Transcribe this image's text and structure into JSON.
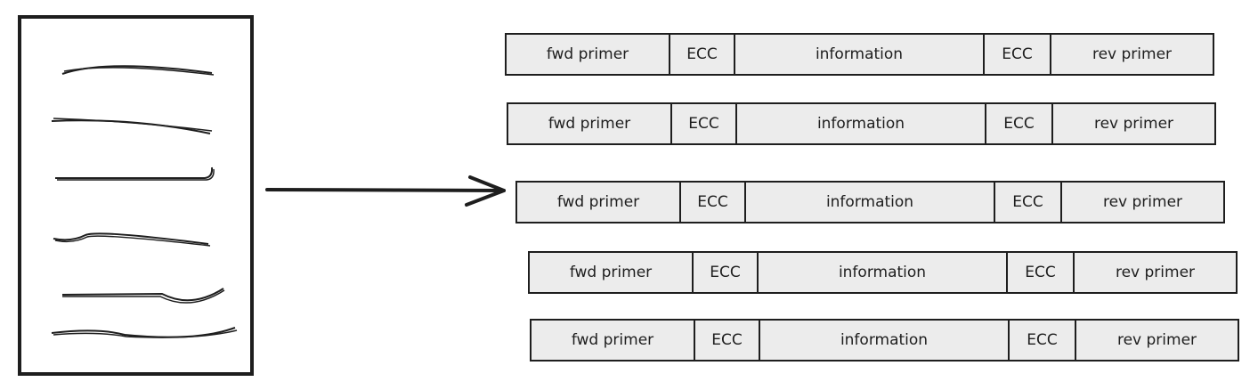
{
  "strands": [
    {
      "fwd": "fwd primer",
      "ecc1": "ECC",
      "info": "information",
      "ecc2": "ECC",
      "rev": "rev primer"
    },
    {
      "fwd": "fwd primer",
      "ecc1": "ECC",
      "info": "information",
      "ecc2": "ECC",
      "rev": "rev primer"
    },
    {
      "fwd": "fwd primer",
      "ecc1": "ECC",
      "info": "information",
      "ecc2": "ECC",
      "rev": "rev primer"
    },
    {
      "fwd": "fwd primer",
      "ecc1": "ECC",
      "info": "information",
      "ecc2": "ECC",
      "rev": "rev primer"
    },
    {
      "fwd": "fwd primer",
      "ecc1": "ECC",
      "info": "information",
      "ecc2": "ECC",
      "rev": "rev primer"
    }
  ],
  "colors": {
    "stroke": "#1e1e1e",
    "segment_fill": "#ececec",
    "background": "#ffffff"
  },
  "icons": {
    "document": "document-icon",
    "arrow": "arrow-right-icon"
  }
}
